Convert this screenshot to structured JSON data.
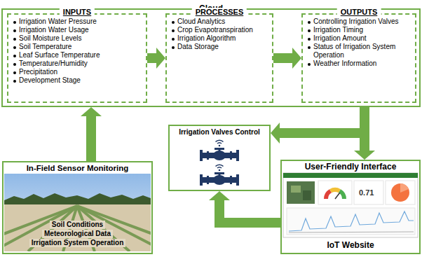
{
  "diagram": {
    "nodes": [
      {
        "text": [
          "Cloud"
        ]
      },
      {
        "text": [
          "INPUTS",
          "Irrigation Water Pressure",
          "Irrigation Water Usage",
          "Soil Moisture Levels",
          "Soil Temperature",
          "Leaf Surface Temperature",
          "Temperature/Humidity",
          "Precipitation",
          "Development Stage"
        ],
        "in": 0
      },
      {
        "text": [
          "PROCESSES",
          "Cloud Analytics",
          "Crop Evapotranspiration",
          "Irrigation Algorithm",
          "Data Storage"
        ],
        "in": 0
      },
      {
        "text": [
          "OUTPUTS",
          "Controlling Irrigation Valves",
          "Irrigation Timing",
          "Irrigation Amount",
          "Status of Irrigation System Operation",
          "Weather Information"
        ],
        "in": 0
      },
      {
        "text": [
          "In-Field Sensor Monitoring",
          "Soil Conditions",
          "Meteorological Data",
          "Irrigation System Operation"
        ]
      },
      {
        "text": [
          "Irrigation Valves Control"
        ]
      },
      {
        "text": [
          "User-Friendly Interface",
          "IoT Website"
        ]
      }
    ],
    "edges": [
      {
        "from": 1,
        "to": 2,
        "arrow": "to"
      },
      {
        "from": 2,
        "to": 3,
        "arrow": "to"
      },
      {
        "from": 4,
        "to": 0,
        "arrow": "to"
      },
      {
        "from": 0,
        "to": 5,
        "arrow": "to"
      },
      {
        "from": 0,
        "to": 6,
        "arrow": "to"
      },
      {
        "from": 6,
        "to": 5,
        "arrow": "to"
      }
    ],
    "labels": [
      "0.71"
    ]
  }
}
